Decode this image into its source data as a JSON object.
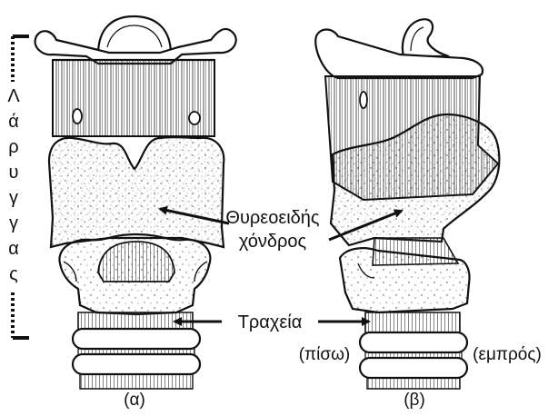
{
  "figure": {
    "larynx_label_letters": [
      "Λ",
      "ά",
      "ρ",
      "υ",
      "γ",
      "γ",
      "α",
      "ς"
    ],
    "labels": {
      "thyroid_line1": "Θυρεοειδής",
      "thyroid_line2": "χόνδρος",
      "trachea": "Τραχεία",
      "back": "(πίσω)",
      "front": "(εμπρός)",
      "panel_a": "(α)",
      "panel_b": "(β)"
    },
    "colors": {
      "ink": "#111111",
      "background": "#ffffff"
    }
  }
}
